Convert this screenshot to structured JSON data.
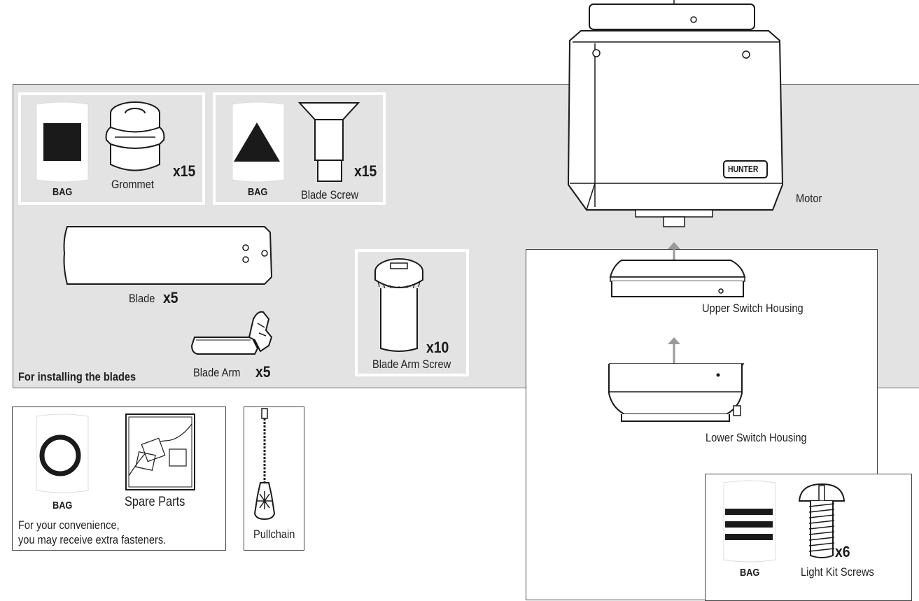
{
  "blades_section": {
    "title": "For installing the blades",
    "grommet_pack": {
      "bag": "BAG",
      "label": "Grommet",
      "qty": "x15",
      "symbol": "square"
    },
    "screw_pack": {
      "bag": "BAG",
      "label": "Blade Screw",
      "qty": "x15",
      "symbol": "triangle"
    },
    "blade": {
      "label": "Blade",
      "qty": "x5"
    },
    "blade_arm": {
      "label": "Blade Arm",
      "qty": "x5"
    },
    "blade_arm_screw": {
      "label": "Blade Arm Screw",
      "qty": "x10"
    }
  },
  "spare_parts": {
    "bag": "BAG",
    "label": "Spare Parts",
    "note_line1": "For your convenience,",
    "note_line2": "you may receive extra fasteners.",
    "symbol": "circle"
  },
  "pullchain": {
    "label": "Pullchain"
  },
  "motor": {
    "label": "Motor",
    "brand": "HUNTER"
  },
  "housing": {
    "upper_label": "Upper Switch Housing",
    "lower_label": "Lower Switch Housing"
  },
  "light_kit": {
    "bag": "BAG",
    "label": "Light Kit Screws",
    "qty": "x6",
    "symbol": "three-bars"
  },
  "colors": {
    "panel": "#e3e3e3",
    "line": "#1a1a1a",
    "arrow": "#9a9a9a"
  }
}
